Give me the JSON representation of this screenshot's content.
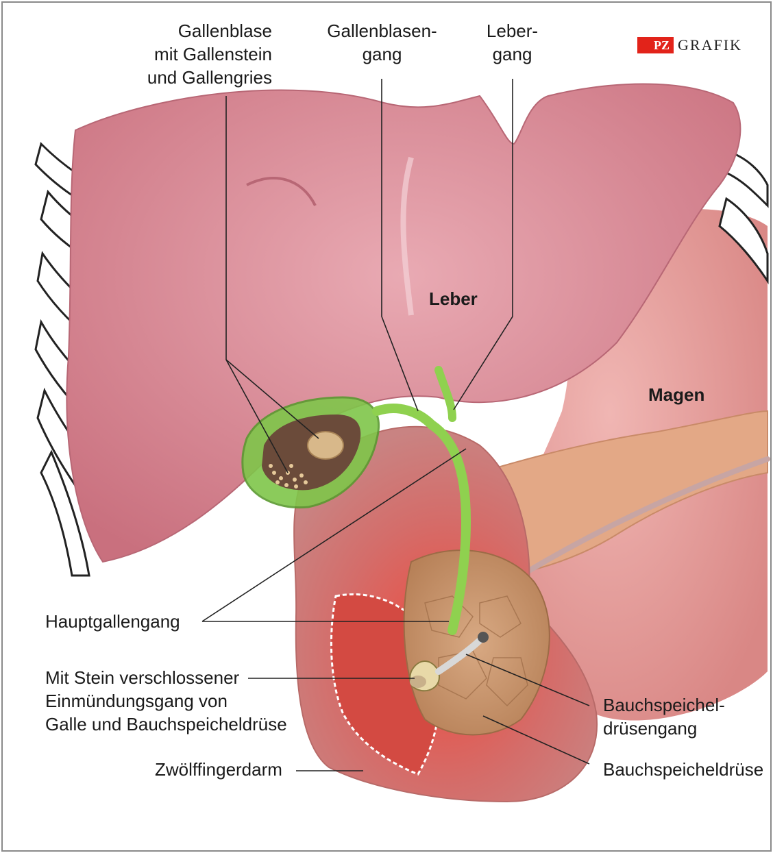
{
  "brand": {
    "logo_text": "PZ",
    "grafik_text": "GRAFIK",
    "accent_color": "#e2231a"
  },
  "labels": {
    "gallbladder": [
      "Gallenblase",
      "mit Gallenstein",
      "und Gallengries"
    ],
    "cystic_duct": [
      "Gallenblasen-",
      "gang"
    ],
    "hepatic_duct": [
      "Leber-",
      "gang"
    ],
    "liver": "Leber",
    "stomach": "Magen",
    "common_bile_duct": "Hauptgallengang",
    "blocked_duct": [
      "Mit Stein verschlossener",
      "Einmündungsgang von",
      "Galle und Bauchspeicheldrüse"
    ],
    "pancreatic_duct": [
      "Bauchspeichel-",
      "drüsengang"
    ],
    "pancreas": "Bauchspeicheldrüse",
    "duodenum": "Zwölffingerdarm"
  },
  "colors": {
    "liver": "#d98a96",
    "liver_light": "#efc4cb",
    "stomach": "#e3a0a0",
    "pancreas": "#c99a72",
    "bile": "#8fd14f",
    "duodenum": "#e59b97",
    "inflamed": "#e8453c"
  }
}
